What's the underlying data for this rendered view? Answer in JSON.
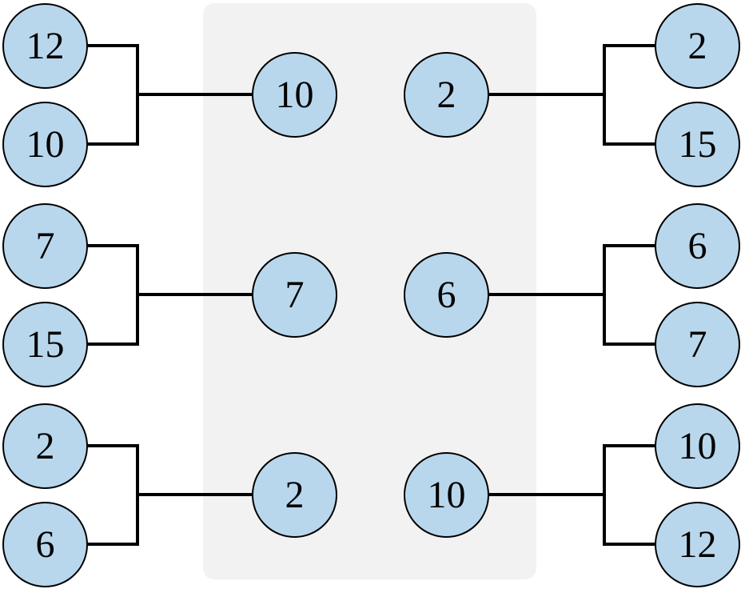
{
  "diagram": {
    "description": "matching-pairs worksheet: each outer pair of numbered circles is bracketed to a single result circle inside a gray panel",
    "panel_color": "#f2f2f2",
    "node_fill": "#b9d7ec",
    "node_border": "#000000",
    "line_color": "#000000",
    "text_color": "#000000",
    "rows": [
      {
        "left_pair": [
          "12",
          "10"
        ],
        "left_result": "10",
        "right_result": "2",
        "right_pair": [
          "2",
          "15"
        ]
      },
      {
        "left_pair": [
          "7",
          "15"
        ],
        "left_result": "7",
        "right_result": "6",
        "right_pair": [
          "6",
          "7"
        ]
      },
      {
        "left_pair": [
          "2",
          "6"
        ],
        "left_result": "2",
        "right_result": "10",
        "right_pair": [
          "10",
          "12"
        ]
      }
    ]
  }
}
